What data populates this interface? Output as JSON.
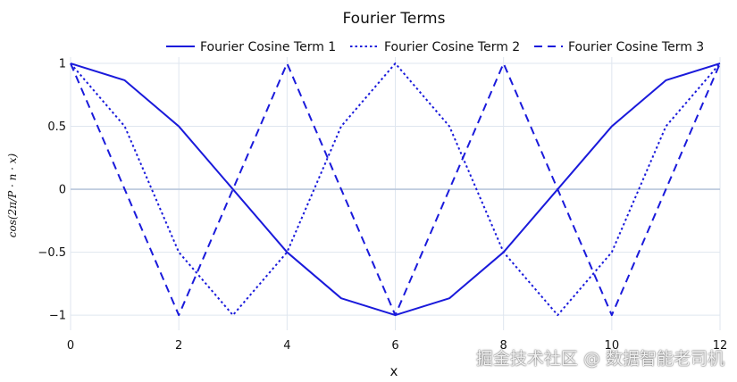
{
  "chart_data": {
    "type": "line",
    "title": "Fourier Terms",
    "xlabel": "x",
    "ylabel": "cos(2π/P · n · x)",
    "xlim": [
      0,
      12
    ],
    "ylim": [
      -1.12,
      1.05
    ],
    "xticks": [
      0,
      2,
      4,
      6,
      8,
      10,
      12
    ],
    "xtick_labels": [
      "0",
      "2",
      "4",
      "6",
      "8",
      "10",
      "12"
    ],
    "yticks": [
      1,
      0.5,
      0,
      -0.5,
      -1
    ],
    "ytick_labels": [
      "1",
      "0.5",
      "0",
      "−0.5",
      "−1"
    ],
    "grid": true,
    "legend_position": "top-right",
    "x": [
      0,
      1,
      2,
      3,
      4,
      5,
      6,
      7,
      8,
      9,
      10,
      11,
      12
    ],
    "series": [
      {
        "name": "Fourier Cosine Term 1",
        "dash": "solid",
        "values": [
          1,
          0.866,
          0.5,
          0,
          -0.5,
          -0.866,
          -1,
          -0.866,
          -0.5,
          0,
          0.5,
          0.866,
          1
        ]
      },
      {
        "name": "Fourier Cosine Term 2",
        "dash": "dot",
        "values": [
          1,
          0.5,
          -0.5,
          -1,
          -0.5,
          0.5,
          1,
          0.5,
          -0.5,
          -1,
          -0.5,
          0.5,
          1
        ]
      },
      {
        "name": "Fourier Cosine Term 3",
        "dash": "dash",
        "values": [
          1,
          0,
          -1,
          0,
          1,
          0,
          -1,
          0,
          1,
          0,
          -1,
          0,
          1
        ]
      }
    ],
    "colors": {
      "line": "#1a1adb",
      "grid": "#dfe6ef",
      "zeroline": "#b8c7dc"
    }
  },
  "watermark": "掘金技术社区 @ 数据智能老司机"
}
